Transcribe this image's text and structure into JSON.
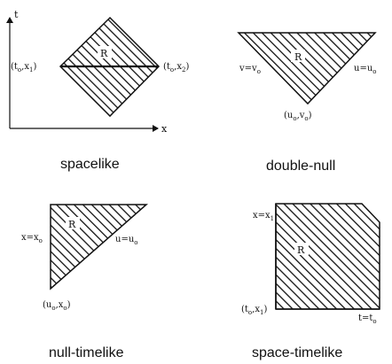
{
  "panels": {
    "spacelike": {
      "caption": "spacelike",
      "axis_t": "t",
      "axis_x": "x",
      "region": "R",
      "left_point": "(t",
      "left_point_sub": "o",
      "left_point_rest": ",x",
      "left_point_sub2": "1",
      "left_point_end": ")",
      "right_point": "(t",
      "right_point_sub": "o",
      "right_point_rest": ",x",
      "right_point_sub2": "2",
      "right_point_end": ")"
    },
    "double_null": {
      "caption": "double-null",
      "region": "R",
      "left_label": "v=v",
      "left_label_sub": "o",
      "right_label": "u=u",
      "right_label_sub": "o",
      "vertex": "(u",
      "vertex_sub": "o",
      "vertex_rest": ",v",
      "vertex_sub2": "o",
      "vertex_end": ")"
    },
    "null_timelike": {
      "caption": "null-timelike",
      "region": "R",
      "left_label": "x=x",
      "left_label_sub": "o",
      "right_label": "u=u",
      "right_label_sub": "o",
      "vertex": "(u",
      "vertex_sub": "o",
      "vertex_rest": ",x",
      "vertex_sub2": "o",
      "vertex_end": ")"
    },
    "space_timelike": {
      "caption": "space-timelike",
      "region": "R",
      "top_label": "x=x",
      "top_label_sub": "1",
      "bottom_label": "t=t",
      "bottom_label_sub": "o",
      "corner": "(t",
      "corner_sub": "o",
      "corner_rest": ",x",
      "corner_sub2": "1",
      "corner_end": ")"
    }
  },
  "colors": {
    "ink": "#111111",
    "background": "#ffffff"
  }
}
